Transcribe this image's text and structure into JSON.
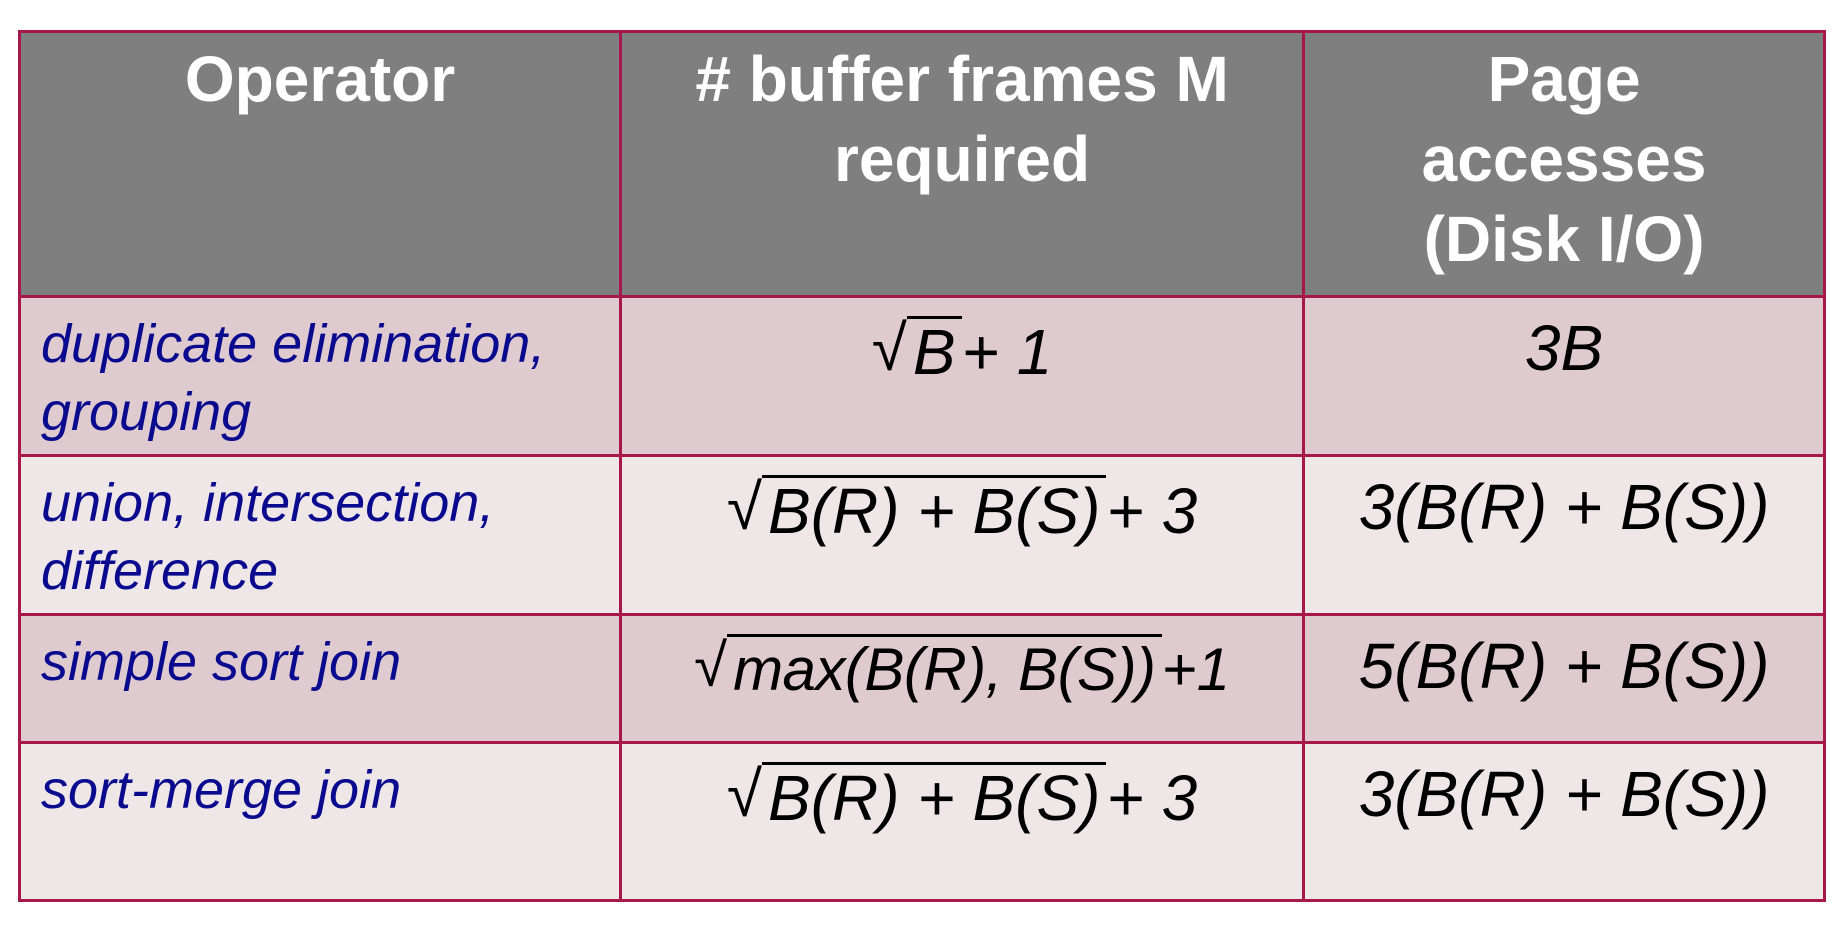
{
  "table": {
    "headers": {
      "operator": "Operator",
      "buffer_line1": "# buffer frames M",
      "buffer_line2": "required",
      "io_line1": "Page",
      "io_line2": "accesses",
      "io_line3": "(Disk I/O)"
    },
    "rows": [
      {
        "operator_line1": "duplicate elimination,",
        "operator_line2": "grouping",
        "buffer_radical": "√",
        "buffer_radicand": "B",
        "buffer_suffix": " + 1",
        "io": "3B"
      },
      {
        "operator_line1": "union, intersection,",
        "operator_line2": "difference",
        "buffer_radical": "√",
        "buffer_radicand": "B(R) + B(S)",
        "buffer_suffix": " + 3",
        "io": "3(B(R) + B(S))"
      },
      {
        "operator_line1": "simple sort join",
        "buffer_radical": "√",
        "buffer_radicand": "max(B(R), B(S))",
        "buffer_suffix": "+1",
        "io": "5(B(R) + B(S))"
      },
      {
        "operator_line1": "sort-merge join",
        "buffer_radical": "√",
        "buffer_radicand": "B(R) + B(S)",
        "buffer_suffix": " + 3",
        "io": "3(B(R) + B(S))"
      }
    ]
  }
}
